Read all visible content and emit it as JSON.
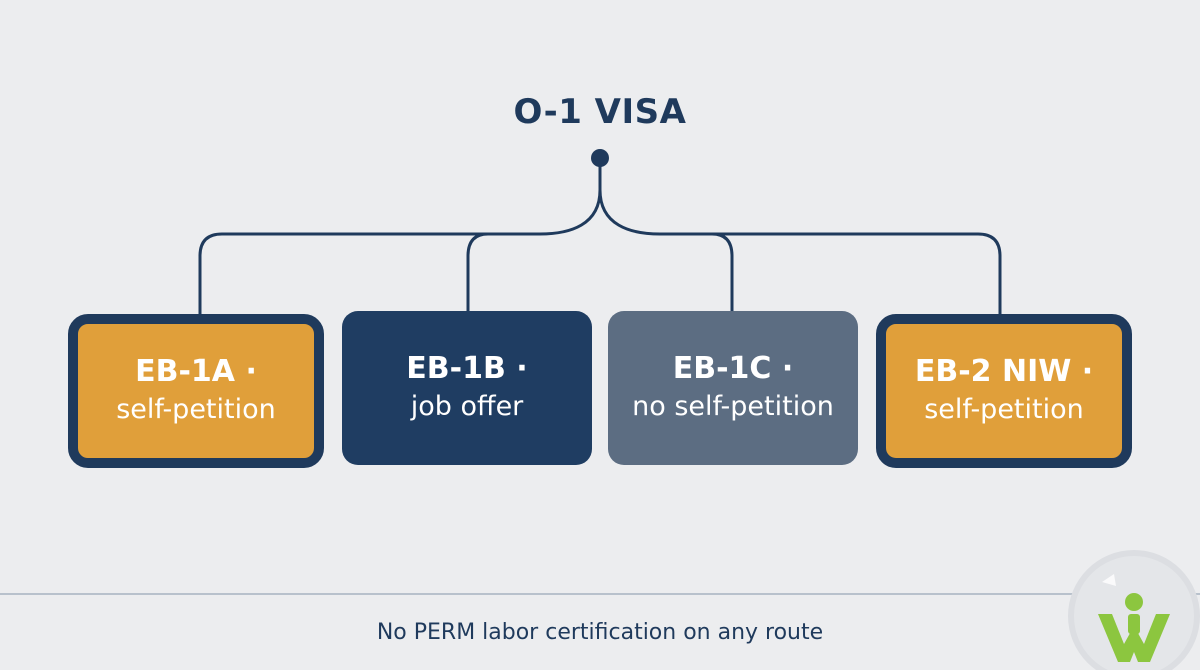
{
  "root": {
    "title": "O-1 VISA"
  },
  "routes": [
    {
      "code": "EB-1A ·",
      "detail": "self-petition",
      "style": "gold-outlined"
    },
    {
      "code": "EB-1B ·",
      "detail": "job offer",
      "style": "navy-filled"
    },
    {
      "code": "EB-1C ·",
      "detail": "no self-petition",
      "style": "slate-filled"
    },
    {
      "code": "EB-2 NIW ·",
      "detail": "self-petition",
      "style": "gold-outlined"
    }
  ],
  "footnote": "No PERM labor certification on any route",
  "colors": {
    "background": "#ecedef",
    "navy": "#1f3a5c",
    "gold": "#e09f3a",
    "slate": "#5c6d82",
    "logo_green": "#8cc63f"
  },
  "logo": {
    "icon": "person-figure-logo-icon"
  }
}
